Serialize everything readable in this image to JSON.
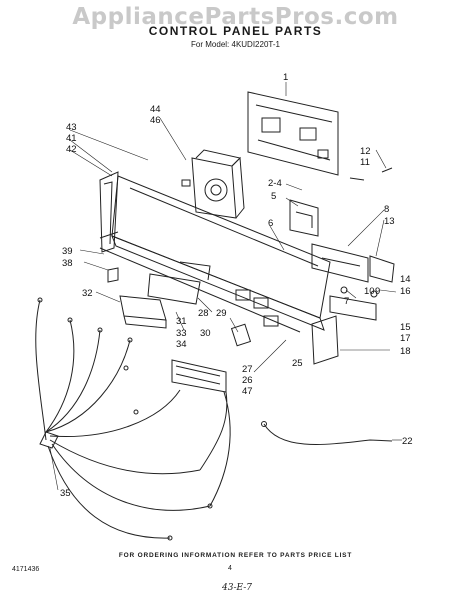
{
  "header": {
    "watermark": "AppliancePartsPros.com",
    "title": "CONTROL PANEL PARTS",
    "model": "For Model: 4KUDI220T-1"
  },
  "callouts": [
    "1",
    "44",
    "46",
    "43",
    "41",
    "42",
    "12",
    "11",
    "2-4",
    "5",
    "8",
    "13",
    "6",
    "39",
    "38",
    "14",
    "16",
    "7",
    "10",
    "9",
    "32",
    "28",
    "29",
    "31",
    "33",
    "30",
    "34",
    "15",
    "17",
    "18",
    "27",
    "26",
    "47",
    "25",
    "22",
    "35"
  ],
  "footer": {
    "note": "FOR ORDERING INFORMATION REFER TO PARTS PRICE LIST",
    "doc_number": "4171436",
    "page_number": "4",
    "handwritten": "43-E-7"
  }
}
